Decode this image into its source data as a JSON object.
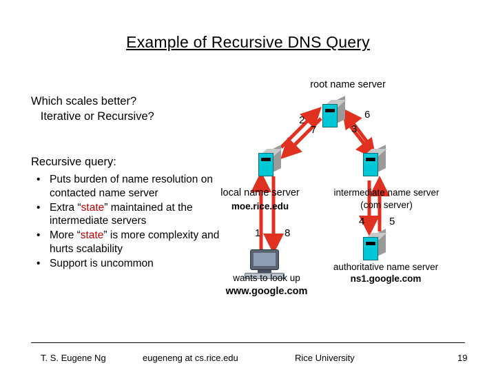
{
  "slide": {
    "title": "Example of Recursive DNS Query",
    "page_number": "19"
  },
  "left_panel": {
    "question_line1": "Which scales better?",
    "question_line2": "Iterative or Recursive?",
    "recursive_heading": "Recursive query:",
    "bullet_marker": "•",
    "bullets": [
      {
        "pre": "Puts burden of name resolution on contacted name server",
        "emph": "",
        "post": ""
      },
      {
        "pre": "Extra “",
        "emph": "state",
        "post": "” maintained at the intermediate servers"
      },
      {
        "pre": "More “",
        "emph": "state",
        "post": "” is more complexity and hurts scalability"
      },
      {
        "pre": "Support is uncommon",
        "emph": "",
        "post": ""
      }
    ]
  },
  "diagram": {
    "root_server_label": "root name server",
    "local_server_label": "local name server",
    "local_server_host": "moe.rice.edu",
    "intermediate_label": "intermediate name server",
    "intermediate_sub": "(com server)",
    "authoritative_label": "authoritative name server",
    "authoritative_host": "ns1.google.com",
    "client_line1": "wants to look up",
    "client_line2": "www.google.com",
    "steps": [
      "1",
      "2",
      "3",
      "4",
      "5",
      "6",
      "7",
      "8"
    ],
    "arrow_color": "#e03020",
    "server_face_color": "#00c8d7"
  },
  "footer": {
    "author": "T. S. Eugene Ng",
    "email": "eugeneng at cs.rice.edu",
    "organization": "Rice University"
  }
}
